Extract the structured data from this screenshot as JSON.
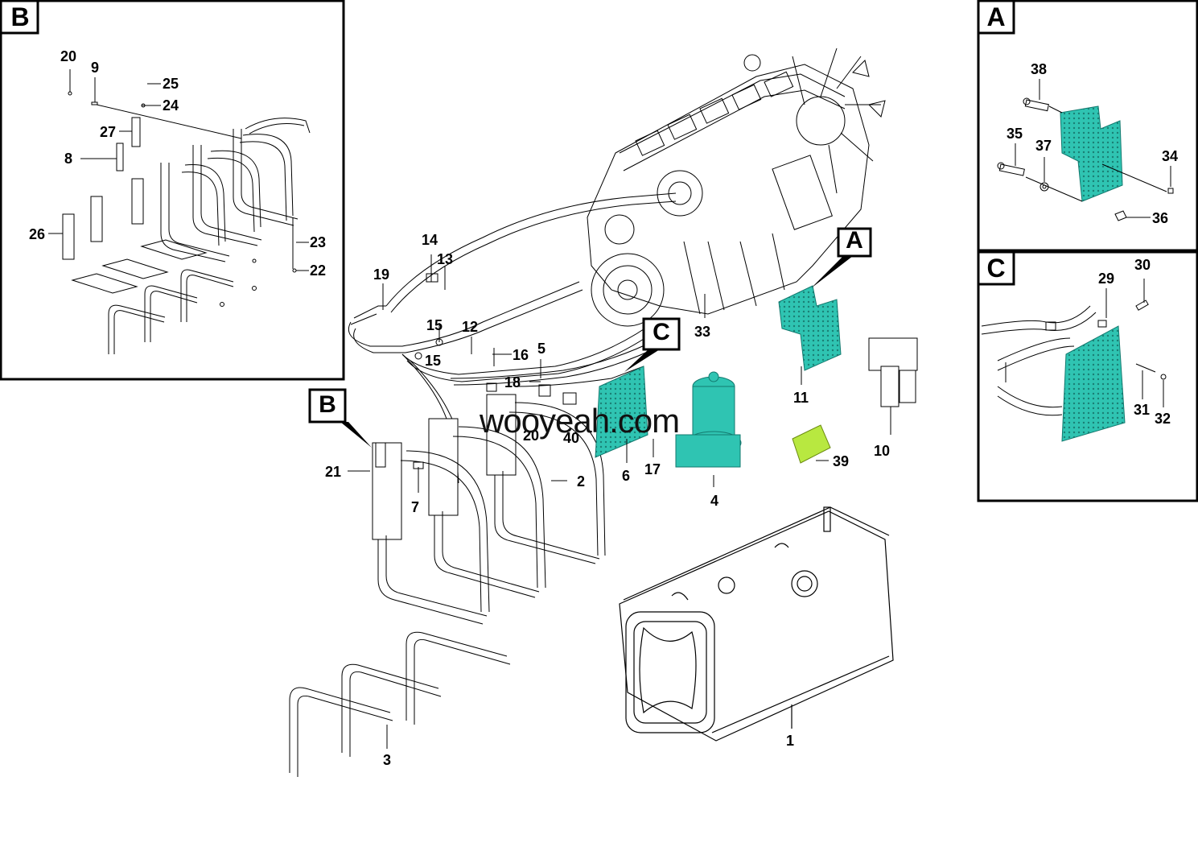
{
  "watermark": "wooyeah.com",
  "insets": {
    "B": "B",
    "A": "A",
    "C": "C"
  },
  "callouts": {
    "inset_b": {
      "c20": "20",
      "c9": "9",
      "c25": "25",
      "c24": "24",
      "c27": "27",
      "c8": "8",
      "c26": "26",
      "c23": "23",
      "c22": "22"
    },
    "inset_a": {
      "c38": "38",
      "c35": "35",
      "c37": "37",
      "c34": "34",
      "c36": "36"
    },
    "inset_c": {
      "c29": "29",
      "c30": "30",
      "c31": "31",
      "c32": "32"
    },
    "main": {
      "c14": "14",
      "c13": "13",
      "c19": "19",
      "c15a": "15",
      "c15b": "15",
      "c12": "12",
      "c16": "16",
      "c5": "5",
      "c18": "18",
      "c20": "20",
      "c40": "40",
      "c33": "33",
      "c11": "11",
      "c10": "10",
      "c39": "39",
      "c6": "6",
      "c17": "17",
      "c4": "4",
      "c21": "21",
      "c7": "7",
      "c2": "2",
      "c3": "3",
      "c1": "1"
    }
  },
  "view_markers": {
    "A": "A",
    "B": "B",
    "C": "C"
  },
  "colors": {
    "highlight_part": "#2fc4b2",
    "highlight_mesh": "#1a9a8c",
    "accent_yellow_green": "#b8e840",
    "line": "#000000",
    "frame": "#000000",
    "background": "#ffffff"
  }
}
